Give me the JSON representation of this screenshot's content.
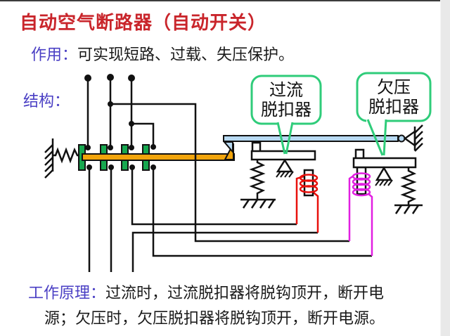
{
  "slide": {
    "title": "自动空气断路器（自动开关）",
    "function_label": "作用：",
    "function_text": "可实现短路、过载、失压保护。",
    "structure_label": "结构：",
    "principle_label": "工作原理：",
    "principle_text_line1": "过流时，过流脱扣器将脱钩顶开，断开电",
    "principle_text_line2": "源；欠压时，欠压脱扣器将脱钩顶开，断开电源。",
    "callouts": {
      "overcurrent_line1": "过流",
      "overcurrent_line2": "脱扣器",
      "undervoltage_line1": "欠压",
      "undervoltage_line2": "脱扣器"
    },
    "colors": {
      "title_red": "#c9252b",
      "label_blue": "#4a3fc4",
      "callout_green": "#2fcc7a",
      "contact_green": "#17a850",
      "bar_orange": "#f2a50c",
      "lever_blue": "#b7d9f2",
      "coil_red": "#e8100c",
      "coil_magenta": "#e11fe1",
      "wire_black": "#111111"
    }
  }
}
